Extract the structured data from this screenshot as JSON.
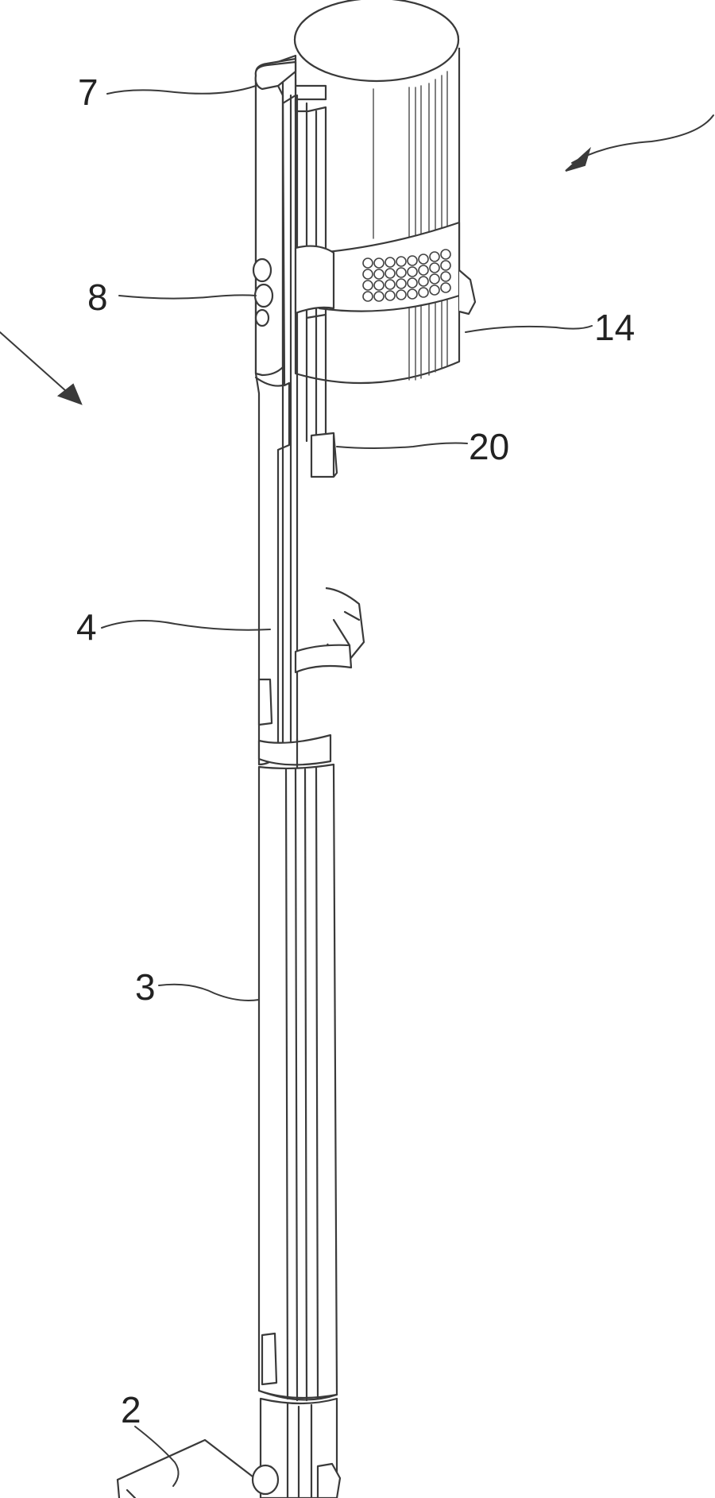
{
  "figure": {
    "labels": {
      "7": "7",
      "8": "8",
      "14": "14",
      "20": "20",
      "4": "4",
      "3": "3",
      "2": "2"
    },
    "line_color": "#3a3a3a",
    "background": "#ffffff"
  }
}
